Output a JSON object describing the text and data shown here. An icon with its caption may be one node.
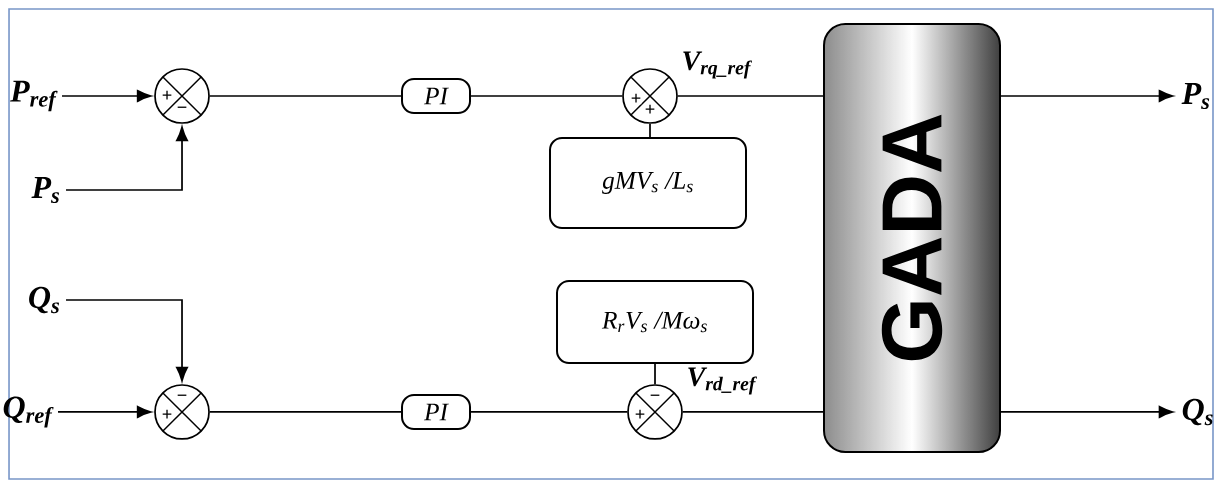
{
  "diagram": {
    "nodes": [
      {
        "text": [
          "P$_{ref}$"
        ]
      },
      {
        "text": [
          "+",
          "−"
        ]
      },
      {
        "text": [
          "P$_{s}$"
        ]
      },
      {
        "text": [
          "PI"
        ]
      },
      {
        "text": [
          "+",
          "+"
        ]
      },
      {
        "text": [
          "gMV$_{s}$ /L$_{s}$"
        ]
      },
      {
        "text": [
          "GADA"
        ]
      },
      {
        "text": [
          "P$_{s}$"
        ]
      },
      {
        "text": [
          "Q$_{s}$"
        ]
      },
      {
        "text": [
          "−",
          "+"
        ]
      },
      {
        "text": [
          "Q$_{ref}$"
        ]
      },
      {
        "text": [
          "PI"
        ]
      },
      {
        "text": [
          "R$_{r}$V$_{s}$ /Mω$_{s}$"
        ]
      },
      {
        "text": [
          "−",
          "+"
        ]
      },
      {
        "text": [
          "Q$_{s}$"
        ]
      }
    ],
    "edges": [
      {
        "from": 0,
        "to": 1,
        "arrow": "to"
      },
      {
        "from": 2,
        "to": 1,
        "arrow": "to"
      },
      {
        "from": 1,
        "to": 3,
        "arrow": "none"
      },
      {
        "from": 3,
        "to": 4,
        "arrow": "none"
      },
      {
        "from": 5,
        "to": 4,
        "arrow": "none"
      },
      {
        "from": 4,
        "to": 6,
        "arrow": "none",
        "label": "V$_{rq_ref}$"
      },
      {
        "from": 6,
        "to": 7,
        "arrow": "to"
      },
      {
        "from": 8,
        "to": 9,
        "arrow": "to"
      },
      {
        "from": 10,
        "to": 9,
        "arrow": "to"
      },
      {
        "from": 9,
        "to": 11,
        "arrow": "none"
      },
      {
        "from": 11,
        "to": 13,
        "arrow": "none"
      },
      {
        "from": 12,
        "to": 13,
        "arrow": "none"
      },
      {
        "from": 13,
        "to": 6,
        "arrow": "none",
        "label": "V$_{rd_ref}$"
      },
      {
        "from": 6,
        "to": 14,
        "arrow": "to"
      }
    ]
  }
}
